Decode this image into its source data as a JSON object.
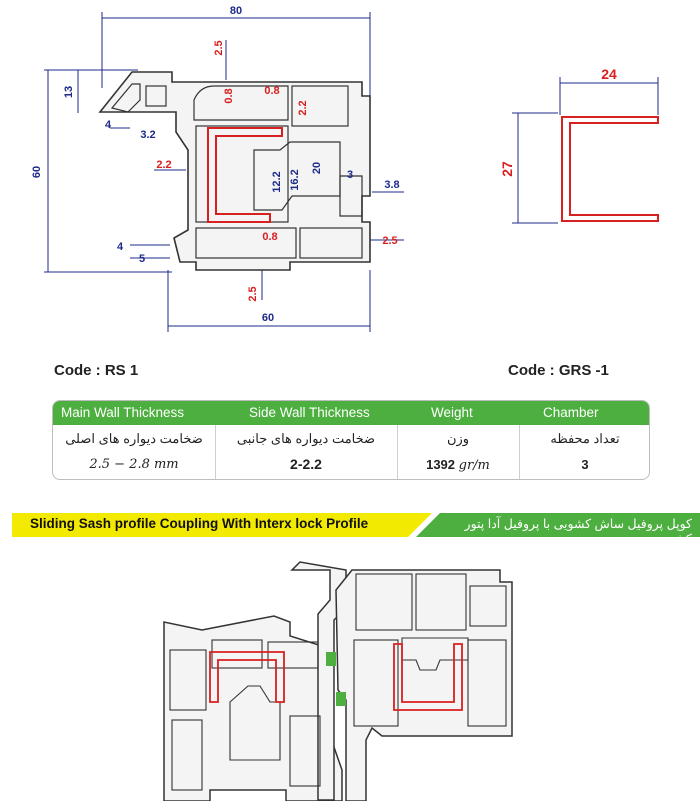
{
  "profile_drawing": {
    "dimensions": {
      "overall_width": "80",
      "overall_height": "60",
      "bottom_width": "60",
      "d13": "13",
      "d4_top": "4",
      "d3_2": "3.2",
      "d2_5_top": "2.5",
      "d0_8_a": "0.8",
      "d0_8_b": "0.8",
      "d2_2_top": "2.2",
      "d2_2_left": "2.2",
      "d12_2": "12.2",
      "d16_2": "16.2",
      "d20": "20",
      "d3": "3",
      "d3_8": "3.8",
      "d4_bottom": "4",
      "d5": "5",
      "d0_8_bottom": "0.8",
      "d2_5_right": "2.5",
      "d2_5_bottom": "2.5"
    }
  },
  "reinforcement_drawing": {
    "dimensions": {
      "width": "24",
      "height": "27"
    }
  },
  "codes": {
    "left": "Code : RS 1",
    "right": "Code : GRS -1"
  },
  "spec_table": {
    "headers": [
      "Main Wall Thickness",
      "Side Wall Thickness",
      "Weight",
      "Chamber"
    ],
    "fa_labels": [
      "ضخامت دیواره های اصلی",
      "ضخامت دیواره های جانبی",
      "وزن",
      "تعداد محفظه"
    ],
    "values": {
      "main_wall": "2.5 − 2.8 mm",
      "side_wall": "2-2.2",
      "weight_num": "1392",
      "weight_unit": "gr/m",
      "chamber": "3"
    }
  },
  "banner": {
    "en": "Sliding Sash profile Coupling With Interx lock Profile",
    "fa": "کوپل پروفیل ساش کشویی با پروفیل آدا پتور کشویی",
    "yellow": "#f2ea00",
    "green": "#4caf3f"
  },
  "colors": {
    "dimension": "#1d2a8a",
    "reinforcement": "#d92020",
    "profile_line": "#333333"
  }
}
